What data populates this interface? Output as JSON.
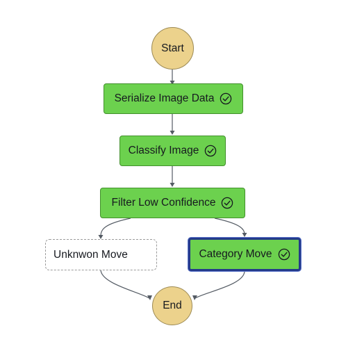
{
  "workflow": {
    "start_label": "Start",
    "end_label": "End",
    "states": {
      "serialize": {
        "label": "Serialize Image Data",
        "status": "succeeded"
      },
      "classify": {
        "label": "Classify Image",
        "status": "succeeded"
      },
      "filter": {
        "label": "Filter Low Confidence",
        "status": "succeeded"
      },
      "unknown": {
        "label": "Unknwon Move",
        "status": "not-run"
      },
      "category": {
        "label": "Category Move",
        "status": "succeeded",
        "selected": true
      }
    }
  },
  "colors": {
    "terminal_fill": "#ecd28c",
    "succeeded_fill": "#6cd14e",
    "selected_border": "#243a8a",
    "edge": "#545b64"
  }
}
